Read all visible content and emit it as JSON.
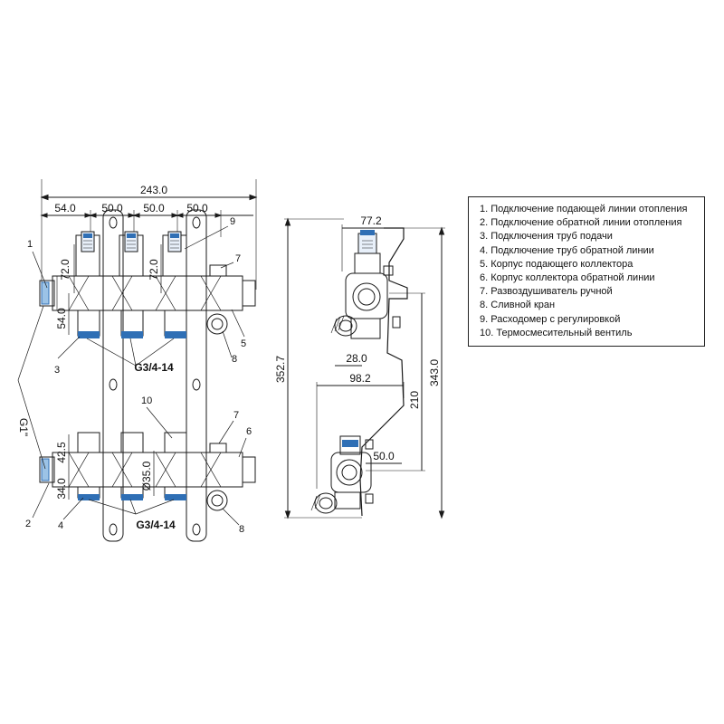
{
  "front_view": {
    "dims": {
      "overall_width": "243.0",
      "spacing_first": "54.0",
      "spacing_2": "50.0",
      "spacing_3": "50.0",
      "spacing_4": "50.0",
      "height_top_flow": "72.0",
      "height_top_flow_2": "72.0",
      "height_top_lower": "54.0",
      "height_bottom_upper": "42.5",
      "height_bottom_lower": "34.0",
      "diameter": "Ø35.0",
      "thread": "G1\"",
      "outlet_thread_top": "G3/4-14",
      "outlet_thread_bottom": "G3/4-14"
    },
    "callouts": {
      "n1": "1",
      "n2": "2",
      "n3": "3",
      "n4": "4",
      "n5": "5",
      "n6": "6",
      "n7_top": "7",
      "n7_bottom": "7",
      "n8_top": "8",
      "n8_bottom": "8",
      "n9": "9",
      "n10": "10"
    }
  },
  "side_view": {
    "dims": {
      "total_height": "352.7",
      "height_343": "343.0",
      "depth_top": "77.2",
      "depth_mid": "28.0",
      "depth_bottom": "98.2",
      "vertical_210": "210",
      "offset_50": "50.0"
    }
  },
  "legend": {
    "items": [
      "1. Подключение подающей линии отопления",
      "2. Подключение обратной линии отопления",
      "3. Подключения труб подачи",
      "4. Подключение труб обратной линии",
      "5. Корпус подающего коллектора",
      "6. Корпус коллектора обратной линии",
      "7. Развоздушиватель ручной",
      "8. Сливной кран",
      "9. Расходомер с регулировкой",
      "10. Термосмесительный вентиль"
    ]
  },
  "colors": {
    "line": "#1a1a1a",
    "accent_blue": "#2f6fb5",
    "light_blue": "#9cc3e6"
  }
}
